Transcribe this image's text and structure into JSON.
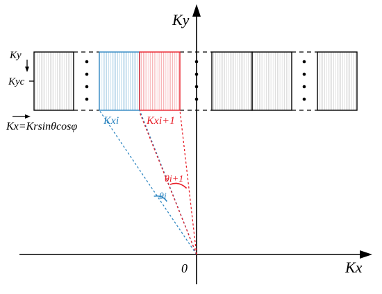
{
  "labels": {
    "ky_axis": "Ky",
    "kx_axis": "Kx",
    "origin": "0",
    "ky_small": "Ky",
    "kyc": "Kyc",
    "kx_formula": "Kx=Krsinθcosφ",
    "kxi": "Kxi",
    "kxi1": "Kxi+1",
    "theta_i": "θi",
    "theta_i1": "θi+1"
  },
  "colors": {
    "blue": "#2e86c1",
    "red": "#e8202a",
    "black": "#000000",
    "gray": "#b0b0b0"
  }
}
